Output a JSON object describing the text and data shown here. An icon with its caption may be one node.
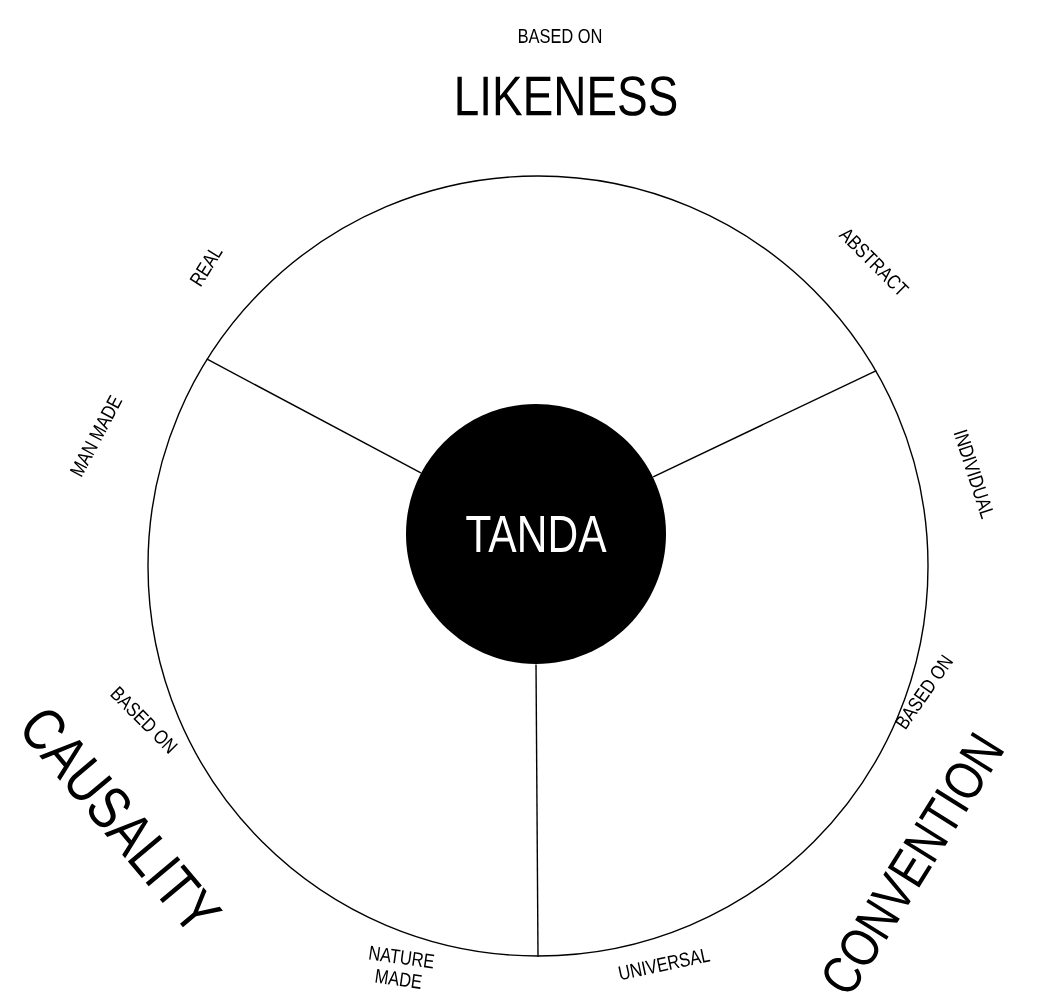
{
  "diagram": {
    "nodes": [
      {
        "text": [],
        "shape": "circle"
      },
      {
        "text": [
          "TANDA"
        ],
        "in": 0
      }
    ],
    "edges": [
      {
        "from": 1,
        "to": 0,
        "arrow": "none"
      },
      {
        "from": 1,
        "to": 0,
        "arrow": "none"
      },
      {
        "from": 1,
        "to": 0,
        "arrow": "none"
      }
    ],
    "labels": [
      "BASED ON",
      "LIKENESS",
      "REAL",
      "ABSTRACT",
      "MAN MADE",
      "INDIVIDUAL",
      "BASED ON",
      "CAUSALITY",
      "BASED ON",
      "CONVENTION",
      "NATURE MADE",
      "UNIVERSAL"
    ]
  }
}
